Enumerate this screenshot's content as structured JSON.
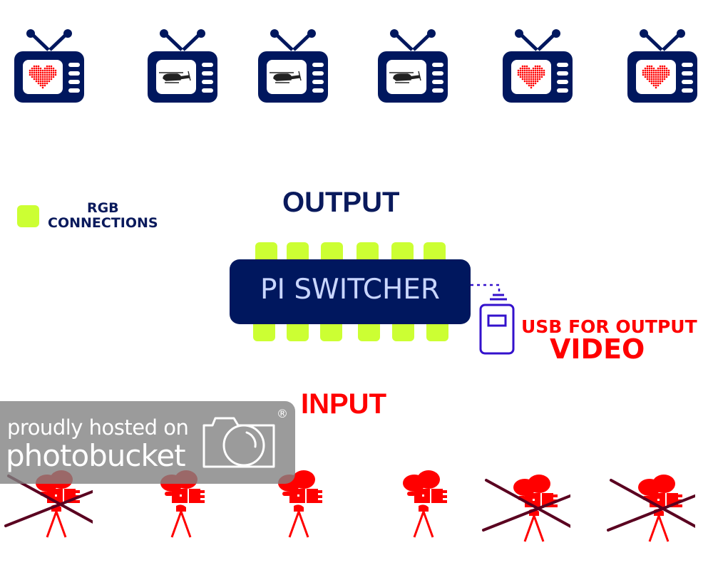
{
  "diagram": {
    "title_output": "OUTPUT",
    "title_input": "INPUT",
    "legend": {
      "line1": "RGB",
      "line2": "CONNECTIONS",
      "swatch_color": "#ccff33"
    },
    "switcher": {
      "label": "PI SWITCHER",
      "top_pins": 6,
      "bottom_pins": 6,
      "body_color": "#00175e"
    },
    "usb": {
      "line1": "USB FOR OUTPUT",
      "line2": "VIDEO",
      "icon": "usb-drive-icon",
      "color": "#3311cc"
    },
    "tvs": [
      {
        "screen": "heart"
      },
      {
        "screen": "helicopter"
      },
      {
        "screen": "helicopter"
      },
      {
        "screen": "helicopter"
      },
      {
        "screen": "heart"
      },
      {
        "screen": "heart"
      }
    ],
    "cameras": [
      {
        "crossed_out": true
      },
      {
        "crossed_out": false
      },
      {
        "crossed_out": false
      },
      {
        "crossed_out": false
      },
      {
        "crossed_out": true
      },
      {
        "crossed_out": true
      }
    ],
    "colors": {
      "navy": "#00175e",
      "red": "#ff0000",
      "green": "#ccff33",
      "cross": "#5a0020"
    }
  },
  "watermark": {
    "line1": "proudly hosted on",
    "line2": "photobucket",
    "registered": "®"
  }
}
